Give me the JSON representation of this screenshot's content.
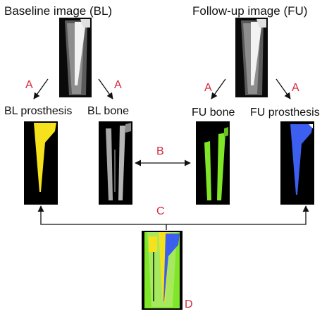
{
  "titles": {
    "baseline": "Baseline image (BL)",
    "followup": "Follow-up image (FU)"
  },
  "labels": {
    "bl_prosthesis": "BL prosthesis",
    "bl_bone": "BL bone",
    "fu_bone": "FU bone",
    "fu_prosthesis": "FU prosthesis"
  },
  "steps": {
    "a": "A",
    "b": "B",
    "c": "C",
    "d": "D"
  },
  "colors": {
    "prosthesis_bl": "#f5e21c",
    "bone_fu": "#7fe628",
    "prosthesis_fu": "#3d5ff0",
    "arrow_red_label": "#d6293e"
  }
}
